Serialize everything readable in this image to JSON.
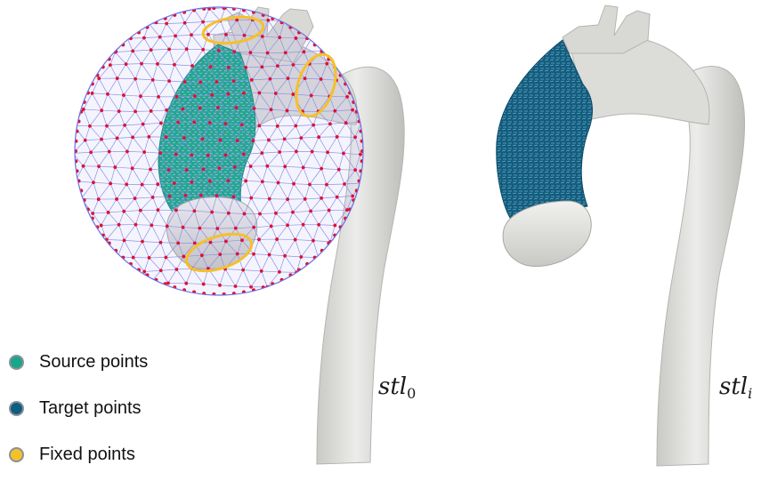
{
  "legend": {
    "source": {
      "label": "Source points",
      "color": "#1aa68a"
    },
    "target": {
      "label": "Target points",
      "color": "#0f5d80"
    },
    "fixed": {
      "label": "Fixed points",
      "color": "#f5c02a"
    }
  },
  "labels": {
    "source_mesh": {
      "base": "stl",
      "sub": "0"
    },
    "target_mesh": {
      "base": "stl",
      "sub": "i"
    }
  },
  "colors": {
    "vessel": "#e2e2e0",
    "vessel_shadow": "#bdbdba",
    "cage_edges": "#8f8ff0",
    "cage_nodes": "#e0102e",
    "source": "#1aa68a",
    "target": "#0f5d80",
    "fixed": "#f5c02a"
  }
}
